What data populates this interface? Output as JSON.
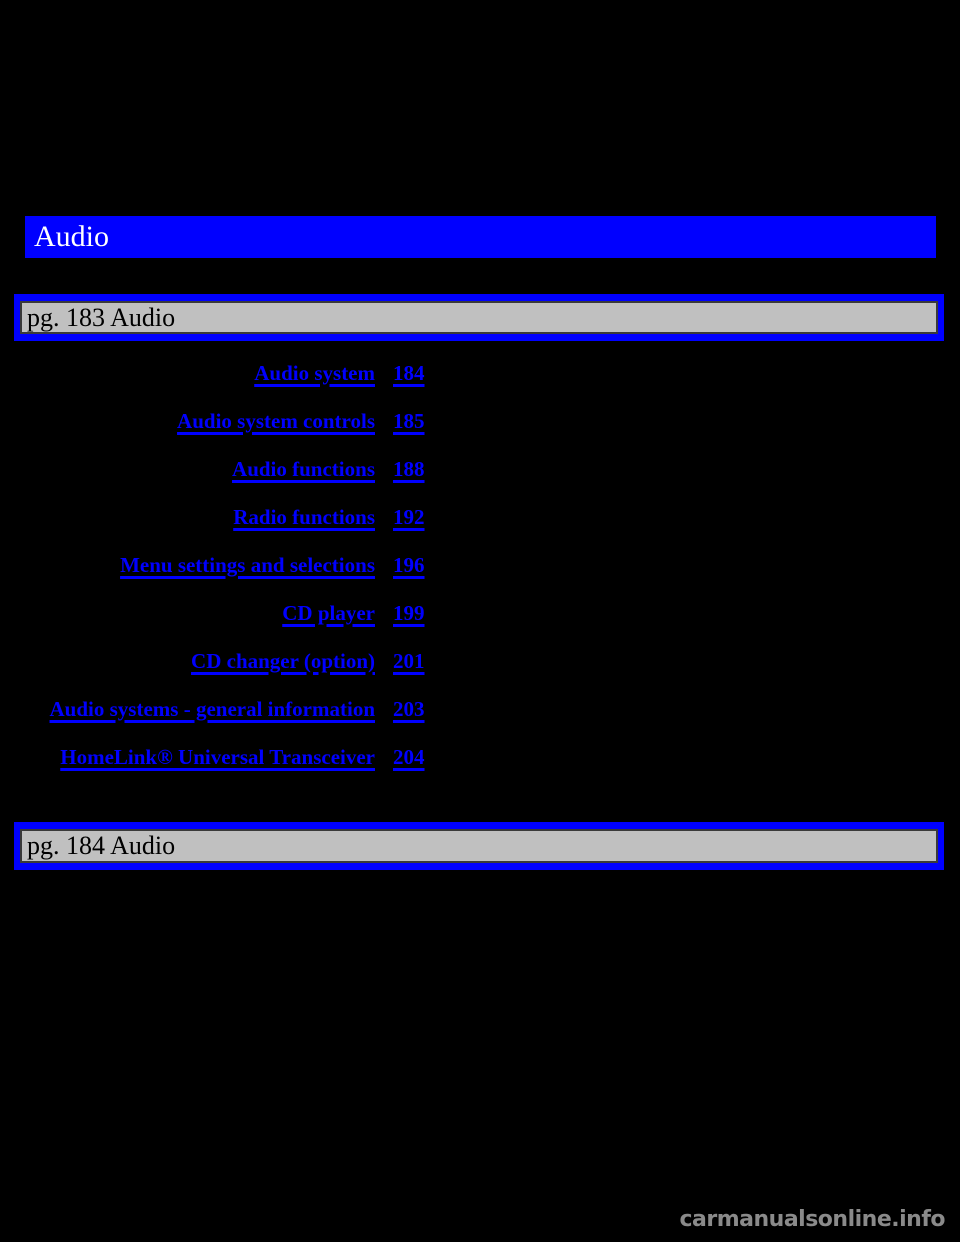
{
  "colors": {
    "background": "#000000",
    "accent_blue": "#0000ff",
    "bar_gray": "#c0c0c0",
    "link_blue": "#0000ff",
    "watermark_gray": "#8a8a8a"
  },
  "header": {
    "title": "Audio"
  },
  "page_bars": {
    "top": "pg. 183 Audio",
    "bottom": "pg. 184 Audio"
  },
  "toc": {
    "items": [
      {
        "label": "Audio system",
        "page": "184"
      },
      {
        "label": "Audio system controls",
        "page": "185"
      },
      {
        "label": "Audio functions",
        "page": "188"
      },
      {
        "label": "Radio functions",
        "page": "192"
      },
      {
        "label": "Menu settings and selections",
        "page": "196"
      },
      {
        "label": "CD player",
        "page": "199"
      },
      {
        "label": "CD changer (option)",
        "page": "201"
      },
      {
        "label": "Audio systems - general information",
        "page": "203"
      },
      {
        "label": "HomeLink® Universal Transceiver",
        "page": "204"
      }
    ]
  },
  "watermark": {
    "text": "carmanualsonline.info"
  }
}
